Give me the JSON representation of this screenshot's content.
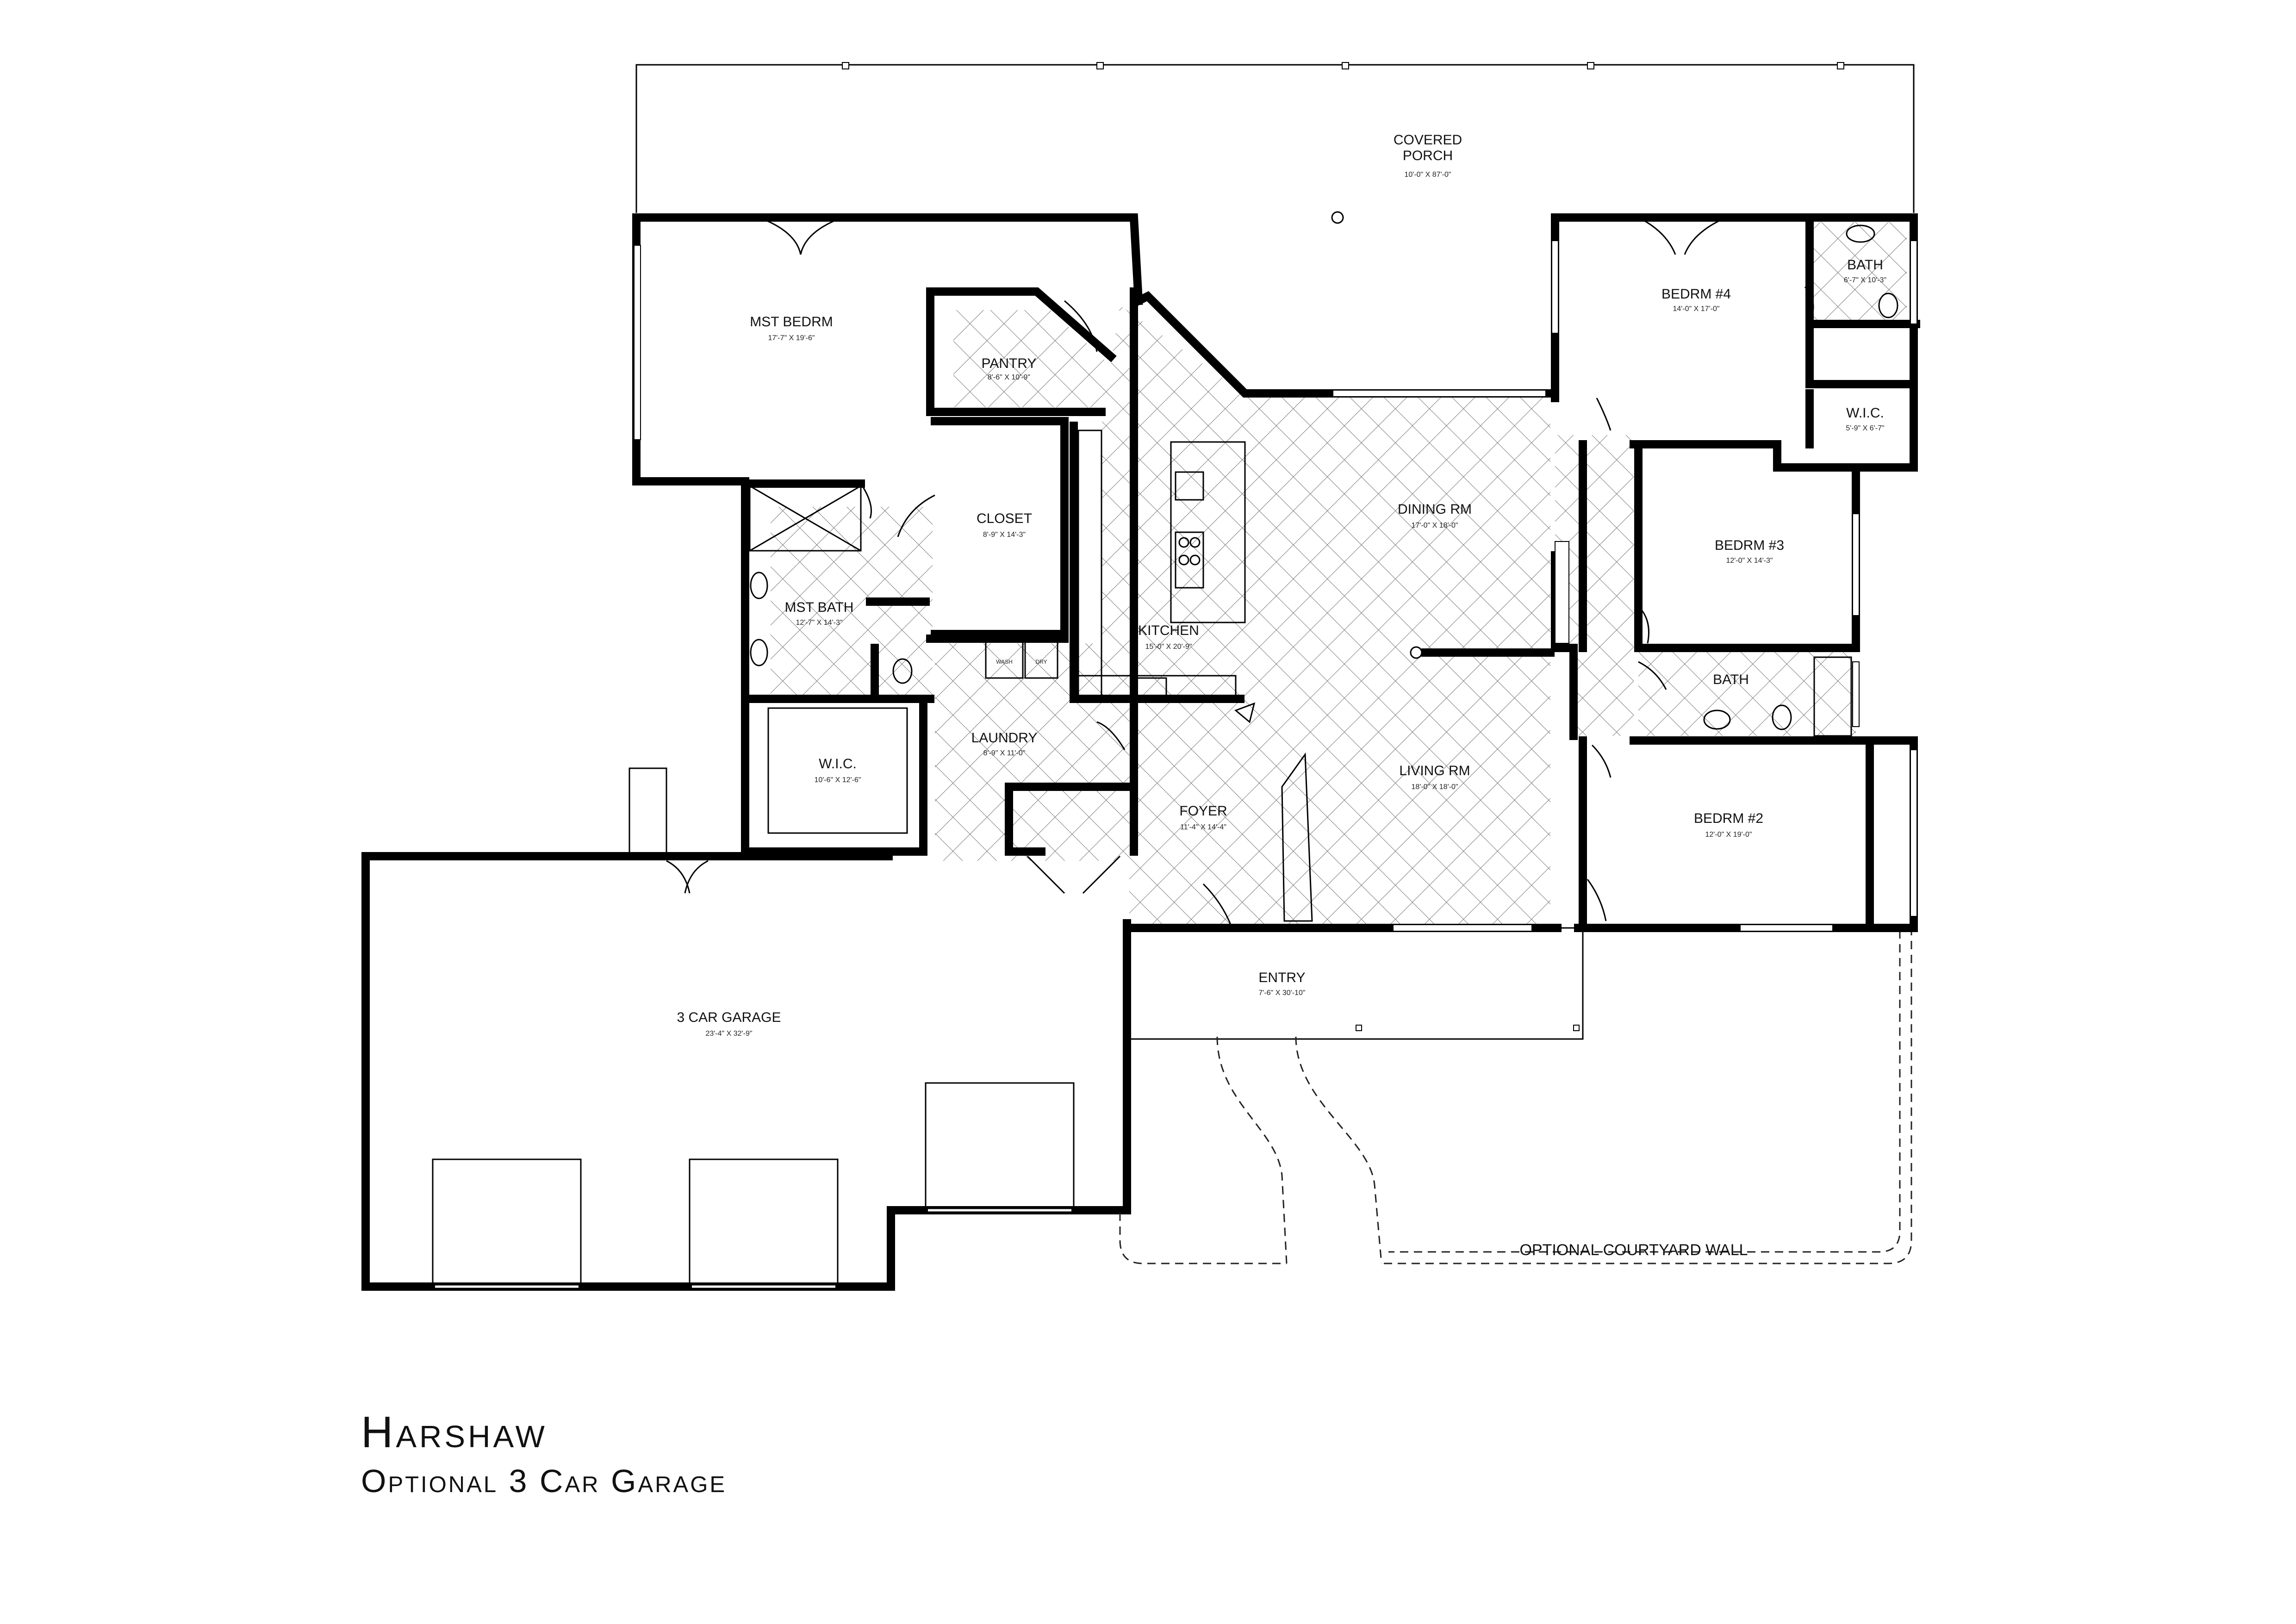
{
  "plan": {
    "title": "Harshaw",
    "subtitle": "Optional 3 Car Garage",
    "courtyard_label": "OPTIONAL COURTYARD WALL",
    "appliances": {
      "washer": "WASH",
      "dryer": "DRY"
    }
  },
  "rooms": {
    "covered_porch": {
      "name_line1": "COVERED",
      "name_line2": "PORCH",
      "dims": "10'-0\" X 87'-0\""
    },
    "mst_bedrm": {
      "name": "MST BEDRM",
      "dims": "17'-7\" X 19'-6\""
    },
    "pantry": {
      "name": "PANTRY",
      "dims": "8'-6\" X 10'-9\""
    },
    "closet": {
      "name": "CLOSET",
      "dims": "8'-9\" X 14'-3\""
    },
    "mst_bath": {
      "name": "MST BATH",
      "dims": "12'-7\" X 14'-3\""
    },
    "wic_master": {
      "name": "W.I.C.",
      "dims": "10'-6\" X 12'-6\""
    },
    "kitchen": {
      "name": "KITCHEN",
      "dims": "15'-0\" X 20'-9\""
    },
    "laundry": {
      "name": "LAUNDRY",
      "dims": "8'-9\" X 11'-0\""
    },
    "foyer": {
      "name": "FOYER",
      "dims": "11'-4\" X 14'-4\""
    },
    "dining_rm": {
      "name": "DINING RM",
      "dims": "17'-0\" X 18'-0\""
    },
    "living_rm": {
      "name": "LIVING RM",
      "dims": "18'-0\" X 18'-0\""
    },
    "bedrm4": {
      "name": "BEDRM #4",
      "dims": "14'-0\" X 17'-0\""
    },
    "bath_upper": {
      "name": "BATH",
      "dims": "6'-7\" X 10'-3\""
    },
    "wic_bed4": {
      "name": "W.I.C.",
      "dims": "5'-9\" X 6'-7\""
    },
    "bedrm3": {
      "name": "BEDRM #3",
      "dims": "12'-0\" X 14'-3\""
    },
    "bath_mid": {
      "name": "BATH"
    },
    "bedrm2": {
      "name": "BEDRM #2",
      "dims": "12'-0\" X 19'-0\""
    },
    "entry": {
      "name": "ENTRY",
      "dims": "7'-6\" X 30'-10\""
    },
    "garage": {
      "name": "3 CAR GARAGE",
      "dims": "23'-4\" X 32'-9\""
    }
  }
}
